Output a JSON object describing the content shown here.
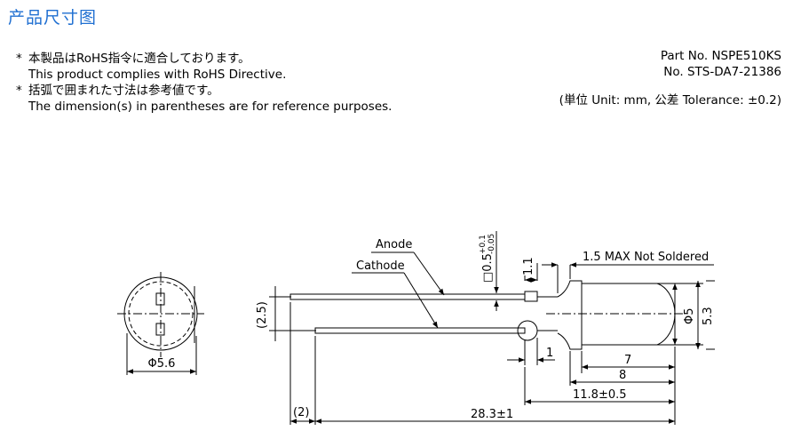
{
  "title": "产品尺寸图",
  "notes": [
    {
      "bullet": "*",
      "text": "本製品はRoHS指令に適合しております。"
    },
    {
      "bullet": "",
      "text": "This product complies with RoHS Directive."
    },
    {
      "bullet": "*",
      "text": "括弧で囲まれた寸法は参考値です。"
    },
    {
      "bullet": "",
      "text": "The dimension(s) in parentheses are for reference purposes."
    }
  ],
  "part_no": "Part No. NSPE510KS",
  "doc_no": "No. STS-DA7-21386",
  "units_note": "(単位 Unit: mm,  公差 Tolerance: ±0.2)",
  "drawing": {
    "labels": {
      "anode": "Anode",
      "cathode": "Cathode",
      "lead_square": "□0.5",
      "lead_tol_plus": "+0.1",
      "lead_tol_minus": "-0.05",
      "stopper": "1.1",
      "not_soldered": "1.5 MAX Not Soldered",
      "lead_pitch": "(2.5)",
      "diameter_body": "Φ5",
      "height": "5.3",
      "flange_diameter": "Φ5.6",
      "dim_1": "1",
      "dim_7": "7",
      "dim_8": "8",
      "dim_11_8": "11.8±0.5",
      "dim_2": "(2)",
      "dim_28_3": "28.3±1"
    }
  }
}
